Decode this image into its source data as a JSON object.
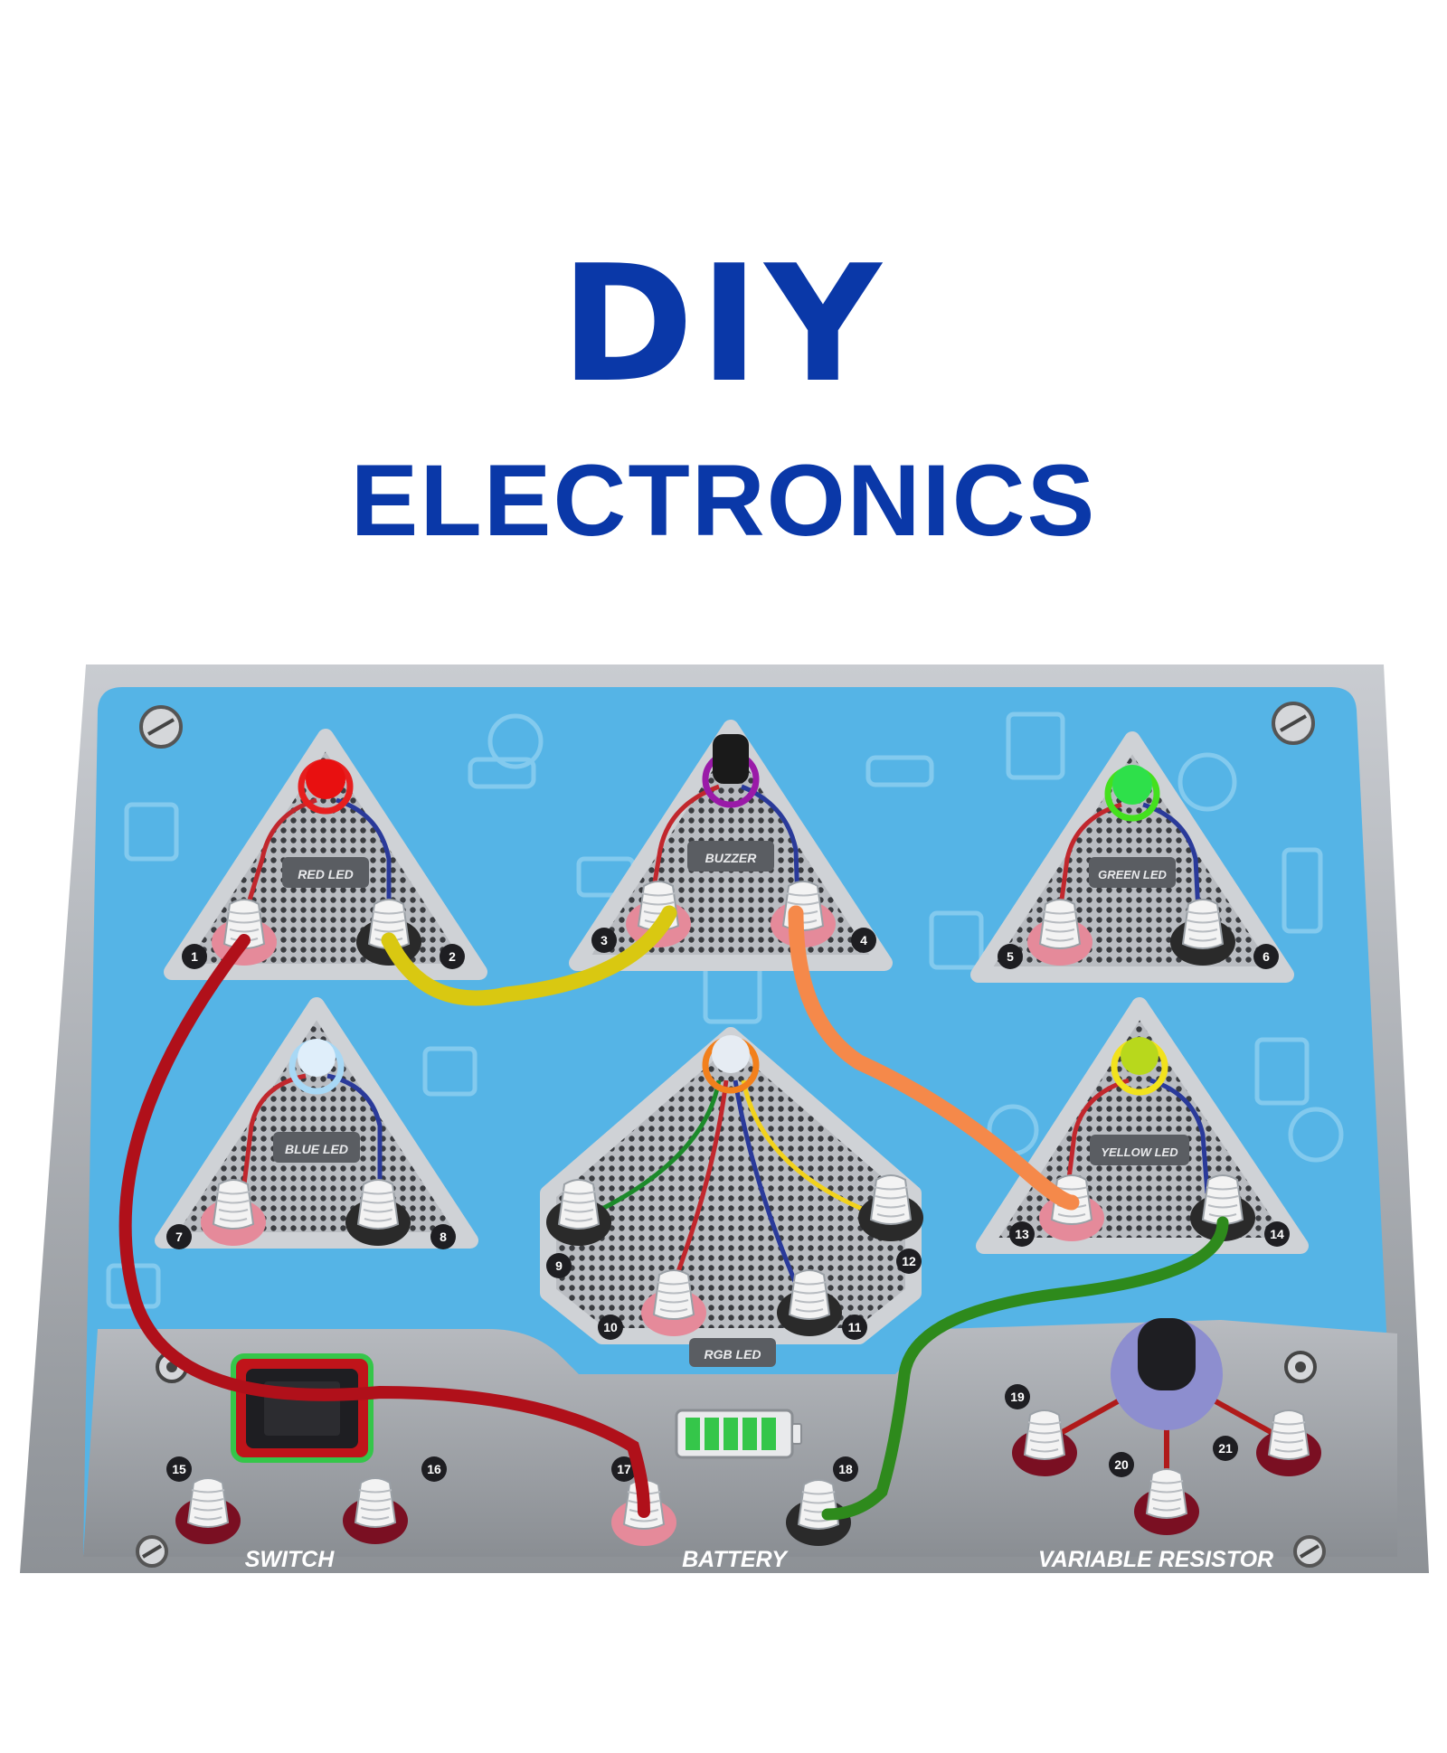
{
  "title": {
    "line1": "DIY",
    "line2": "ELECTRONICS"
  },
  "modules": {
    "red_led": "RED LED",
    "buzzer": "BUZZER",
    "green_led": "GREEN LED",
    "blue_led": "BLUE LED",
    "rgb_led": "RGB LED",
    "yellow_led": "YELLOW LED"
  },
  "panel": {
    "switch": "SWITCH",
    "battery": "BATTERY",
    "variable_resistor": "VARIABLE RESISTOR"
  },
  "terminals": [
    "1",
    "2",
    "3",
    "4",
    "5",
    "6",
    "7",
    "8",
    "9",
    "10",
    "11",
    "12",
    "13",
    "14",
    "15",
    "16",
    "17",
    "18",
    "19",
    "20",
    "21"
  ],
  "colors": {
    "title_blue": "#0a38a8",
    "board_blue": "#55b4e6",
    "wire_red": "#c0101a",
    "wire_yellow": "#f2e21c",
    "wire_orange": "#f5894a",
    "wire_green": "#2e8a1c",
    "battery_green": "#35c64a"
  }
}
